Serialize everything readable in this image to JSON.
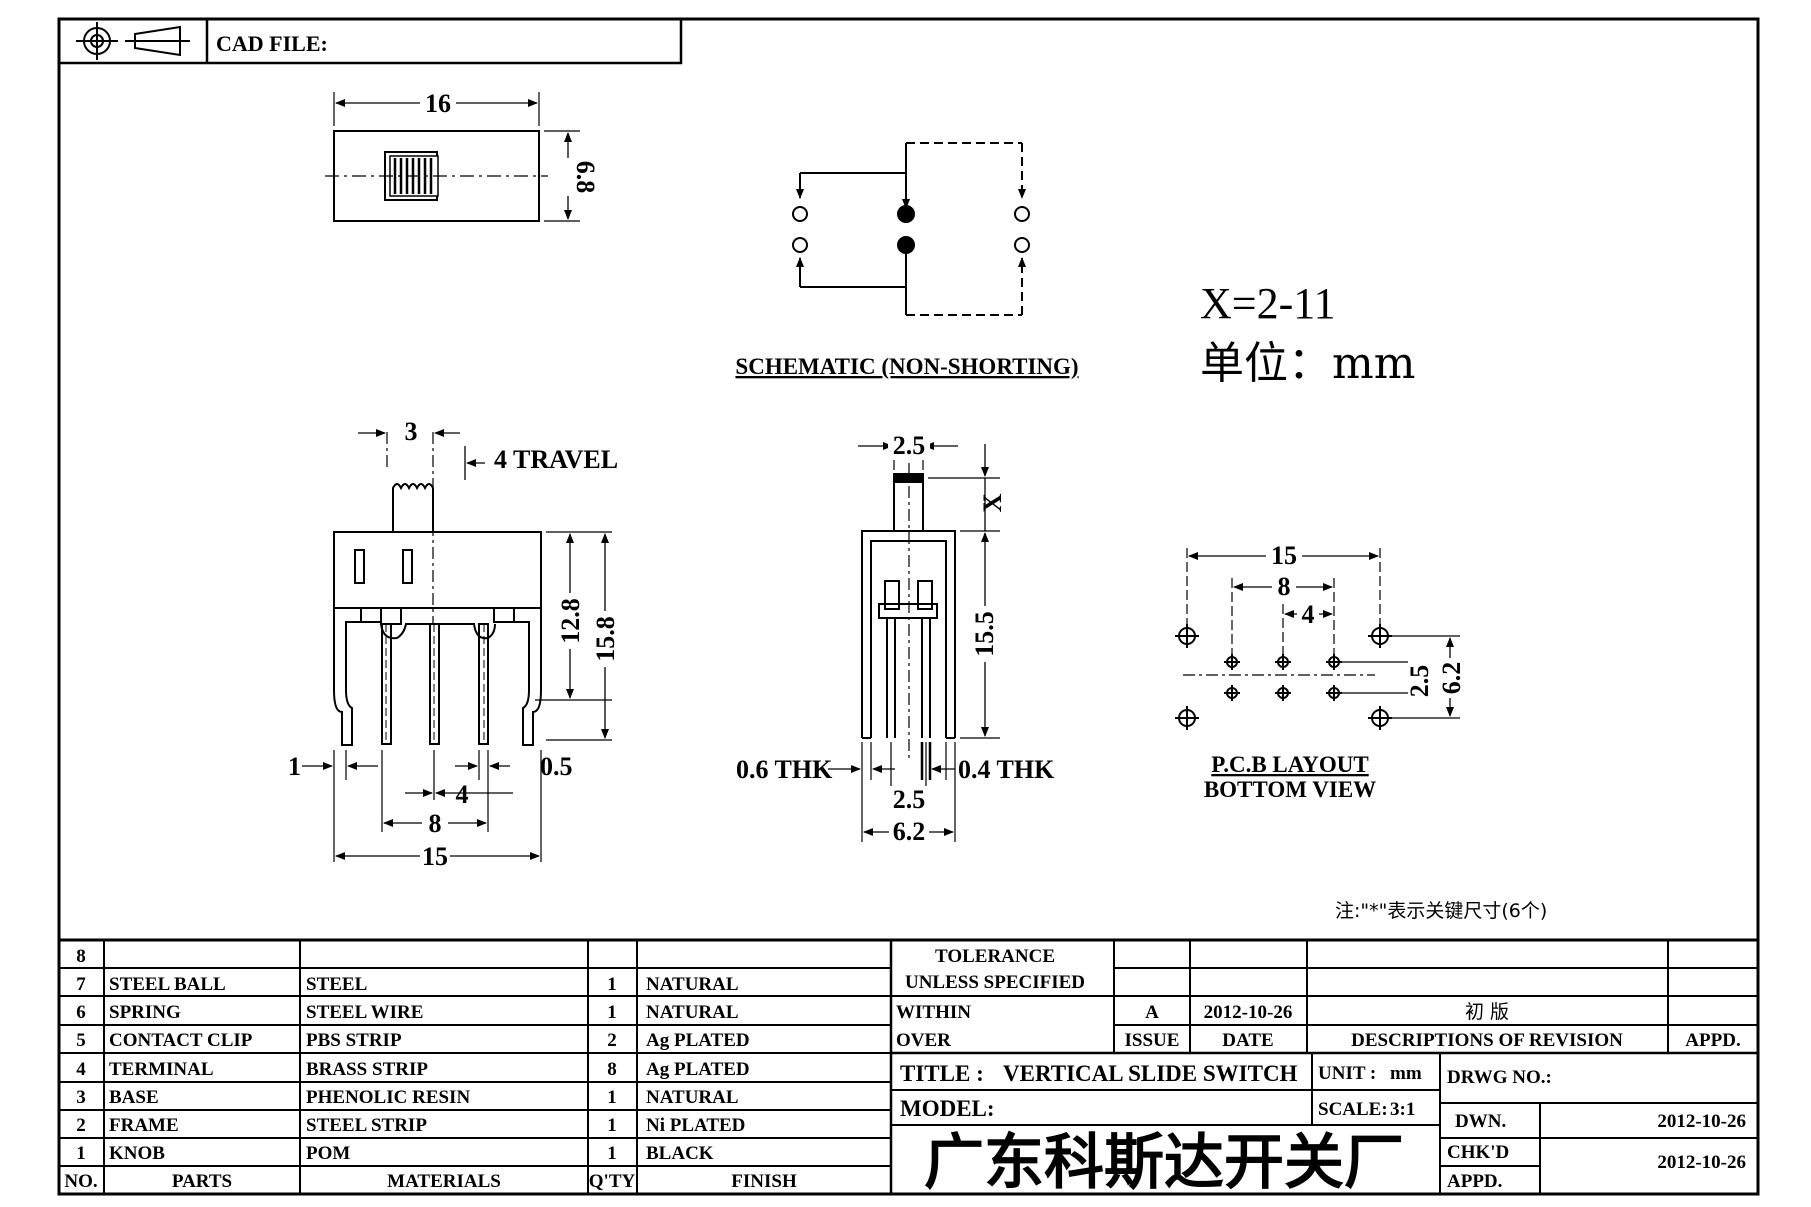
{
  "header": {
    "cad_file_label": "CAD FILE:"
  },
  "top_view": {
    "width": "16",
    "height": "6.8"
  },
  "schematic": {
    "caption": "SCHEMATIC (NON-SHORTING)"
  },
  "variant_note": {
    "formula": "X=2-11",
    "unit_line": "单位：mm"
  },
  "front_view": {
    "knob_width": "3",
    "travel": "4 TRAVEL",
    "body_height": "12.8",
    "overall_height": "15.8",
    "pin_width": "1",
    "pin_thk": "0.5",
    "pitch_small": "4",
    "pitch_mid": "8",
    "pitch_wide": "15"
  },
  "side_view": {
    "knob_width": "2.5",
    "knob_height": "X",
    "height": "15.5",
    "thk_left": "0.6 THK",
    "thk_right": "0.4 THK",
    "pin_spacing": "2.5",
    "overall_width": "6.2"
  },
  "pcb_layout": {
    "dim_15": "15",
    "dim_8": "8",
    "dim_4": "4",
    "dim_25": "2.5",
    "dim_62": "6.2",
    "caption_line1": "P.C.B LAYOUT",
    "caption_line2": "BOTTOM VIEW"
  },
  "footnote": "注:\"*\"表示关键尺寸(6个)",
  "bom": {
    "rows": [
      {
        "no": "8",
        "part": "",
        "material": "",
        "qty": "",
        "finish": ""
      },
      {
        "no": "7",
        "part": "STEEL BALL",
        "material": "STEEL",
        "qty": "1",
        "finish": "NATURAL"
      },
      {
        "no": "6",
        "part": "SPRING",
        "material": "STEEL WIRE",
        "qty": "1",
        "finish": "NATURAL"
      },
      {
        "no": "5",
        "part": "CONTACT CLIP",
        "material": "PBS STRIP",
        "qty": "2",
        "finish": "Ag PLATED"
      },
      {
        "no": "4",
        "part": "TERMINAL",
        "material": "BRASS STRIP",
        "qty": "8",
        "finish": "Ag PLATED"
      },
      {
        "no": "3",
        "part": "BASE",
        "material": "PHENOLIC RESIN",
        "qty": "1",
        "finish": "NATURAL"
      },
      {
        "no": "2",
        "part": "FRAME",
        "material": "STEEL STRIP",
        "qty": "1",
        "finish": "Ni PLATED"
      },
      {
        "no": "1",
        "part": "KNOB",
        "material": "POM",
        "qty": "1",
        "finish": "BLACK"
      }
    ],
    "headers": {
      "no": "NO.",
      "parts": "PARTS",
      "materials": "MATERIALS",
      "qty": "Q'TY",
      "finish": "FINISH"
    }
  },
  "title_block": {
    "tolerance": "TOLERANCE",
    "unless_specified": "UNLESS   SPECIFIED",
    "within": "WITHIN",
    "over": "OVER",
    "issue_value": "A",
    "date_value": "2012-10-26",
    "revision_value": "初  版",
    "issue_label": "ISSUE",
    "date_label": "DATE",
    "descriptions_label": "DESCRIPTIONS  OF  REVISION",
    "appd_label": "APPD.",
    "title_label": "TITLE :",
    "title_value": "VERTICAL  SLIDE  SWITCH",
    "unit_label": "UNIT :",
    "unit_value": "mm",
    "drwg_no_label": "DRWG NO.:",
    "model_label": "MODEL:",
    "scale_label": "SCALE:",
    "scale_value": "3:1",
    "dwn_label": "DWN.",
    "dwn_date": "2012-10-26",
    "chkd_label": "CHK'D",
    "chkd_date": "2012-10-26",
    "appd2_label": "APPD.",
    "company": "广东科斯达开关厂"
  }
}
